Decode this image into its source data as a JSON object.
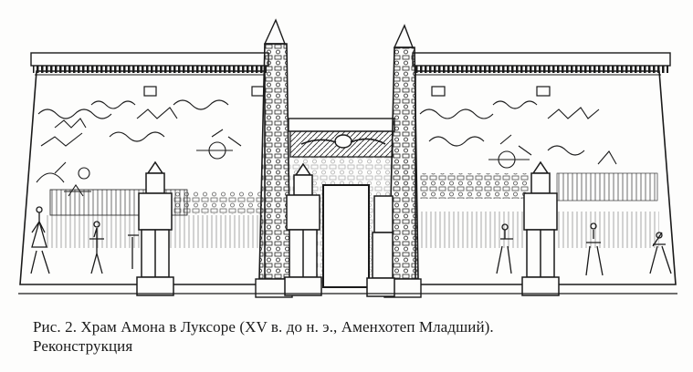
{
  "caption": {
    "line1": "Рис. 2. Храм Амона в Луксоре (XV в. до н. э., Аменхотеп Младший).",
    "line2": "Реконструкция"
  },
  "colors": {
    "ink": "#1a1a1a",
    "paper": "#fdfdfc"
  },
  "illustration": {
    "subject": "pylon-with-obelisks-and-colossi",
    "style": "black-and-white-line-drawing"
  }
}
